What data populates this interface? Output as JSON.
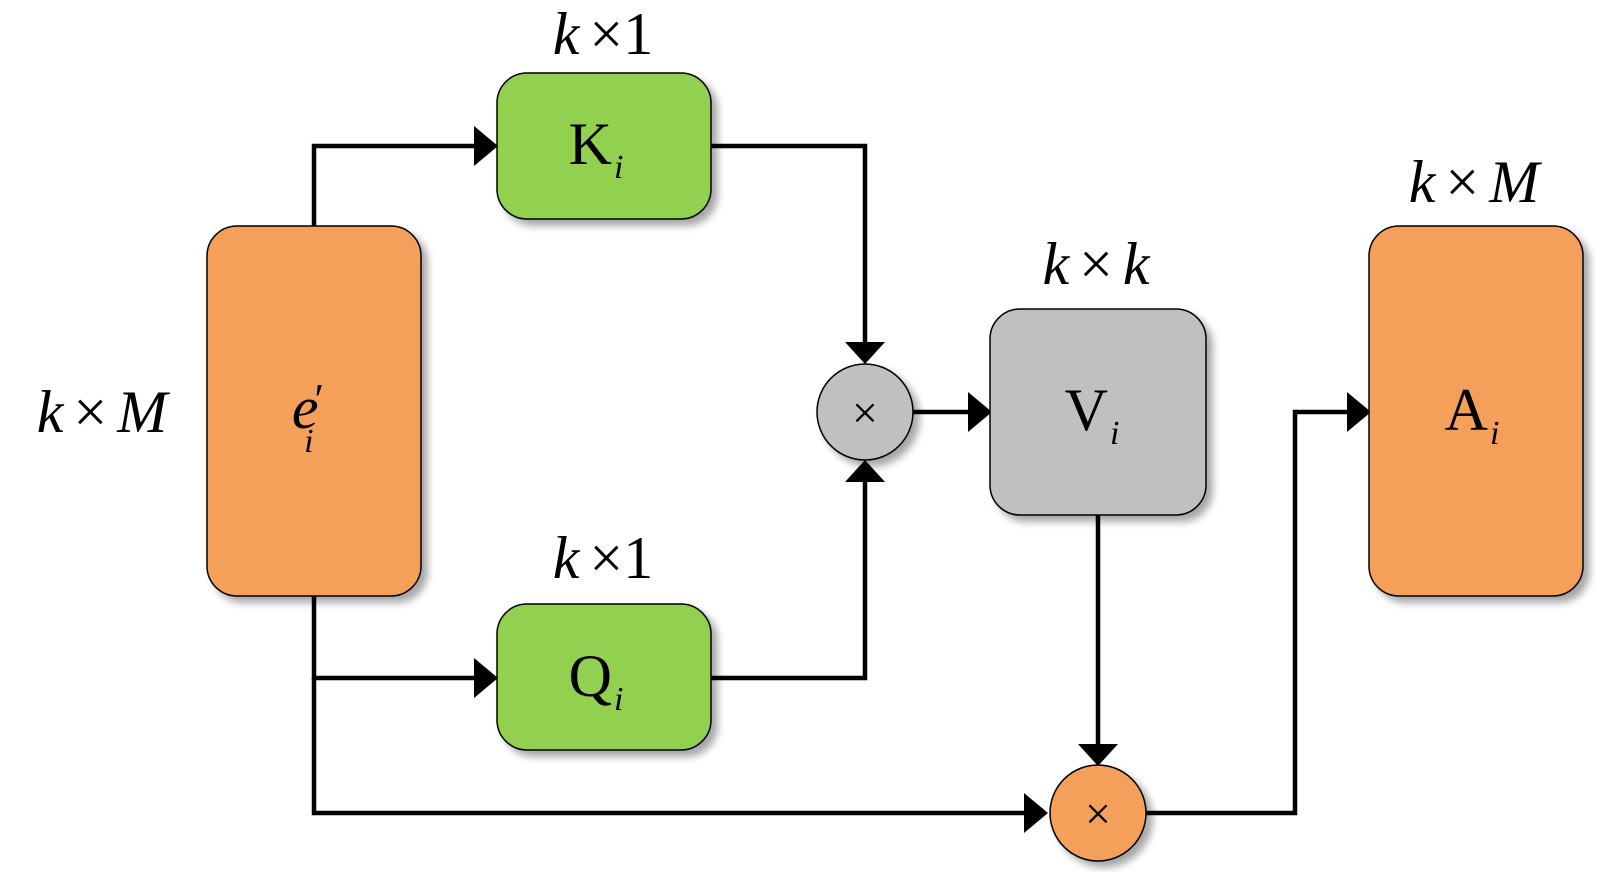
{
  "colors": {
    "orange": "#f49f5a",
    "green": "#92d150",
    "gray": "#c0c0c0",
    "stroke": "#000000",
    "shadow": "#b5b5b5"
  },
  "input_block": {
    "dim_var": "k",
    "dim_op": "×",
    "dim_size": "M",
    "symbol": "e",
    "prime": "′",
    "subscript": "i"
  },
  "key_block": {
    "dim_var": "k",
    "dim_op": "×",
    "dim_size": "1",
    "symbol": "K",
    "subscript": "i"
  },
  "query_block": {
    "dim_var": "k",
    "dim_op": "×",
    "dim_size": "1",
    "symbol": "Q",
    "subscript": "i"
  },
  "value_block": {
    "dim_var": "k",
    "dim_op": "×",
    "dim_size": "k",
    "symbol": "V",
    "subscript": "i"
  },
  "output_block": {
    "dim_var": "k",
    "dim_op": "×",
    "dim_size": "M",
    "symbol": "A",
    "subscript": "i"
  },
  "operators": {
    "multiply_kq": "×",
    "multiply_out": "×"
  }
}
